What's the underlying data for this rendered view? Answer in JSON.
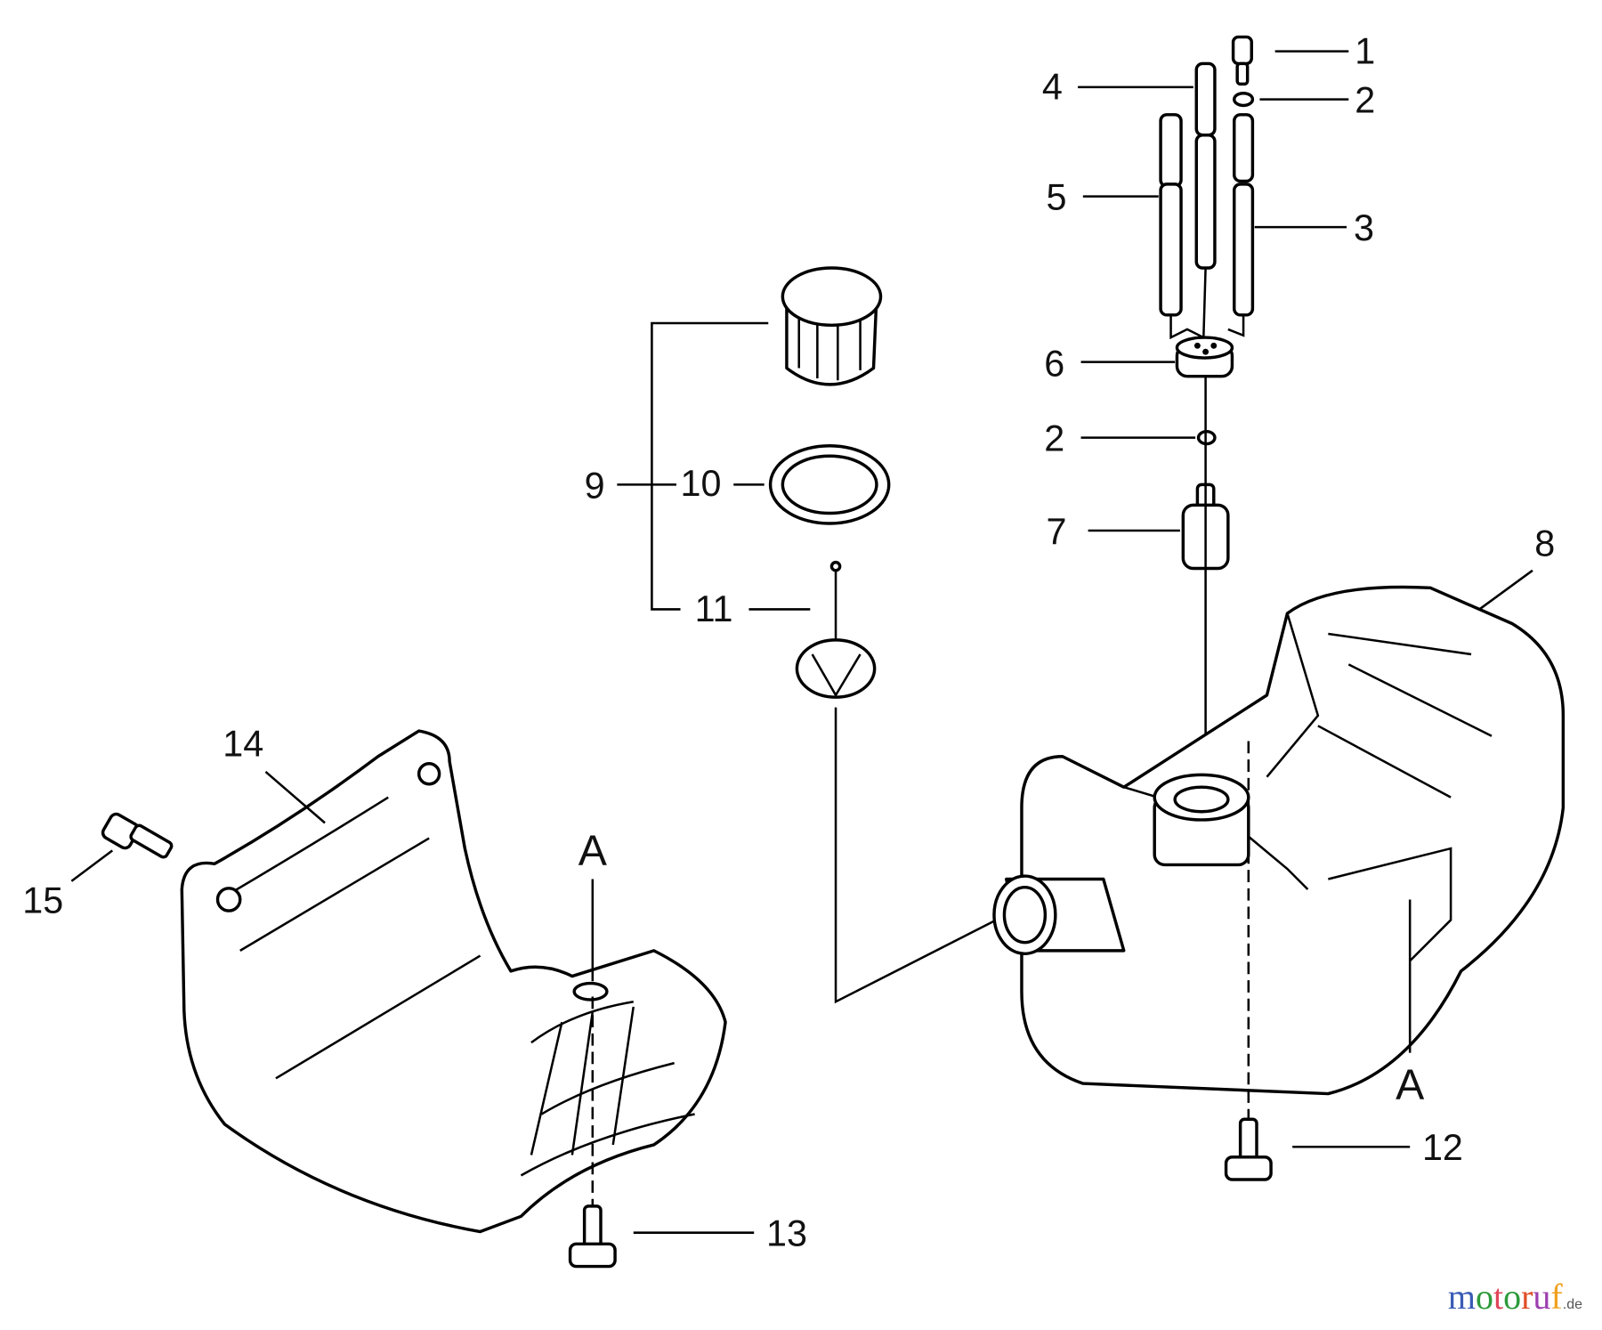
{
  "diagram": {
    "callouts": {
      "c1": "1",
      "c2a": "2",
      "c2b": "2",
      "c3": "3",
      "c4": "4",
      "c5": "5",
      "c6": "6",
      "c7": "7",
      "c8": "8",
      "c9": "9",
      "c10": "10",
      "c11": "11",
      "c12": "12",
      "c13": "13",
      "c14": "14",
      "c15": "15",
      "a1": "A",
      "a2": "A"
    }
  },
  "watermark": {
    "name": "motoruf",
    "tld": ".de",
    "colors": [
      "#3b5bb5",
      "#2e9a3a",
      "#e0465a",
      "#2e9a3a",
      "#e04d28",
      "#9c3fb0",
      "#f0a020"
    ]
  }
}
